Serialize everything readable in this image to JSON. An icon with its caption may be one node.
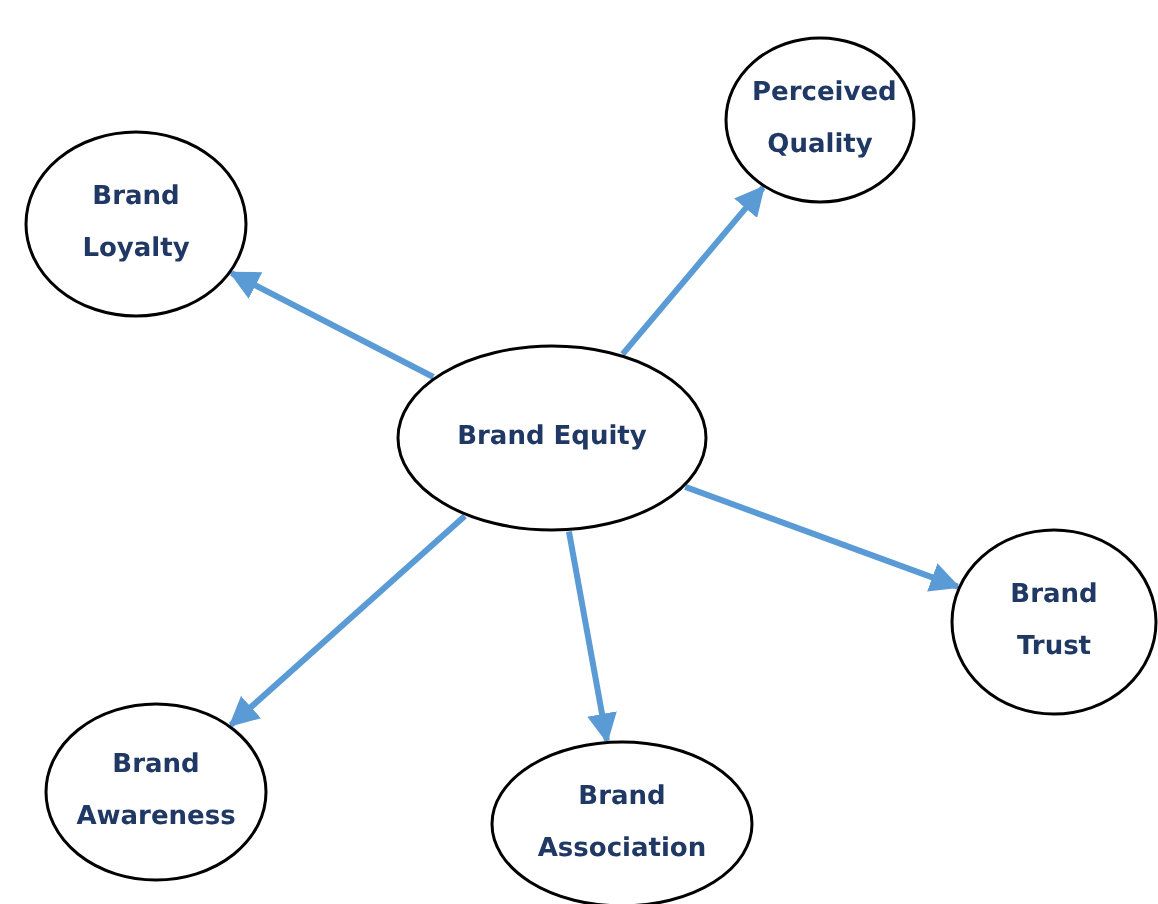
{
  "diagram": {
    "nodes": [
      {
        "text": [
          "Brand Equity"
        ]
      },
      {
        "text": [
          "Brand Loyalty"
        ]
      },
      {
        "text": [
          "Perceived Quality"
        ]
      },
      {
        "text": [
          "Brand Trust"
        ]
      },
      {
        "text": [
          "Brand Association"
        ]
      },
      {
        "text": [
          "Brand Awareness"
        ]
      }
    ],
    "edges": [
      {
        "from": 0,
        "to": 1,
        "arrow": "to"
      },
      {
        "from": 0,
        "to": 2,
        "arrow": "to"
      },
      {
        "from": 0,
        "to": 3,
        "arrow": "to"
      },
      {
        "from": 0,
        "to": 4,
        "arrow": "to"
      },
      {
        "from": 0,
        "to": 5,
        "arrow": "to"
      }
    ]
  }
}
